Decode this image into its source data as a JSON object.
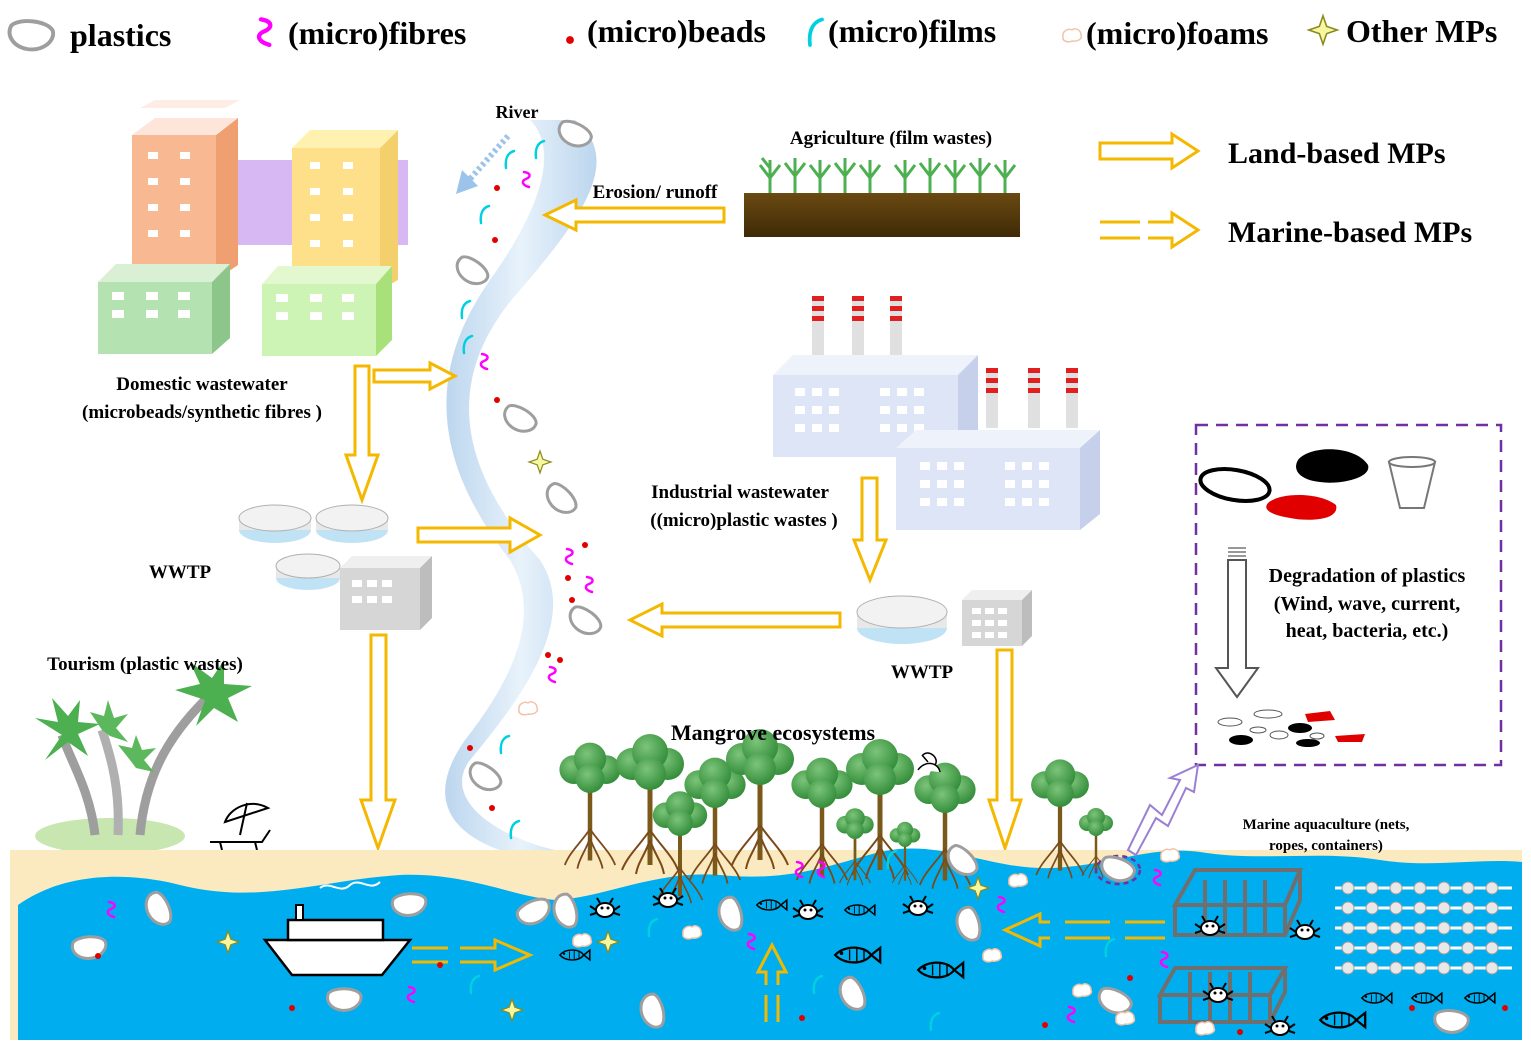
{
  "legend": {
    "plastics": "plastics",
    "fibres": "(micro)fibres",
    "beads": "(micro)beads",
    "films": "(micro)films",
    "foams": "(micro)foams",
    "other": "Other MPs"
  },
  "arrow_legend": {
    "land": "Land-based MPs",
    "marine": "Marine-based MPs"
  },
  "labels": {
    "river": "River",
    "agriculture": "Agriculture (film wastes)",
    "erosion": "Erosion/ runoff",
    "domestic_line1": "Domestic wastewater",
    "domestic_line2": "(microbeads/synthetic fibres )",
    "wwtp_left": "WWTP",
    "industrial_line1": "Industrial wastewater",
    "industrial_line2": "((micro)plastic wastes )",
    "wwtp_right": "WWTP",
    "tourism": "Tourism (plastic wastes)",
    "mangrove": "Mangrove ecosystems",
    "aquaculture_line1": "Marine aquaculture (nets,",
    "aquaculture_line2": "ropes, containers)"
  },
  "degradation": {
    "line1": "Degradation of plastics",
    "line2": "(Wind, wave, current,",
    "line3": "heat, bacteria, etc.)"
  },
  "colors": {
    "arrow": "#f5b800",
    "sea": "#00aeef",
    "sand": "#fbe9c0",
    "river": "#d4e6f5",
    "fibre": "#ff00ff",
    "bead": "#e00000",
    "film": "#00d0e0",
    "dashed_box": "#7030a0"
  }
}
